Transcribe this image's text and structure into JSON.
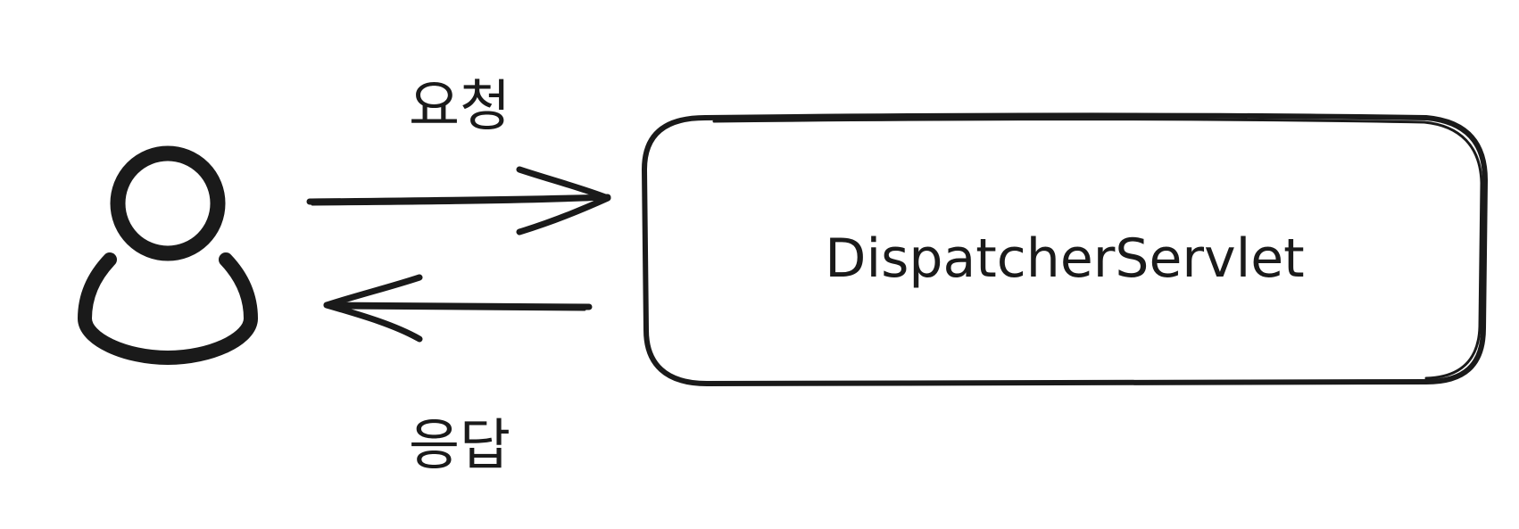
{
  "diagram": {
    "background": "#ffffff",
    "stroke_color": "#1a1a1a",
    "nodes": [
      {
        "id": "user",
        "icon": "user-icon"
      },
      {
        "id": "dispatcher",
        "label": "DispatcherServlet"
      }
    ],
    "edges": [
      {
        "from": "user",
        "to": "dispatcher",
        "label": "요청"
      },
      {
        "from": "dispatcher",
        "to": "user",
        "label": "응답"
      }
    ]
  }
}
